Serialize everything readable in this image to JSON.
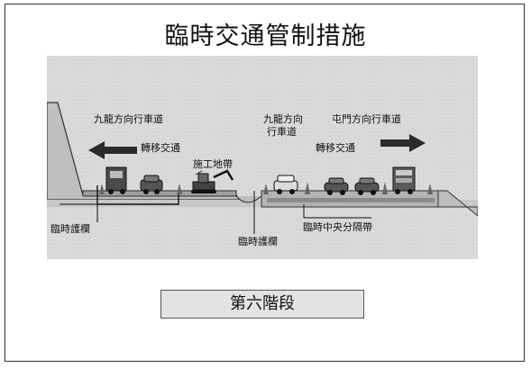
{
  "title": "臨時交通管制措施",
  "labels": {
    "kowloon_dir": "九龍方向行車道",
    "diverted_left": "轉移交通",
    "construction_zone": "施工地帶",
    "kowloon_dir_2_line1": "九龍方向",
    "kowloon_dir_2_line2": "行車道",
    "tuen_mun_dir": "屯門方向行車道",
    "diverted_right": "轉移交通",
    "temp_barrier_left": "臨時護欄",
    "temp_barrier_mid": "臨時護欄",
    "temp_median": "臨時中央分隔帶"
  },
  "stage_label": "第六階段",
  "colors": {
    "scene_bg": "#d9d9d9",
    "ground": "#bdbdbd",
    "arrow": "#2b2b2b"
  }
}
